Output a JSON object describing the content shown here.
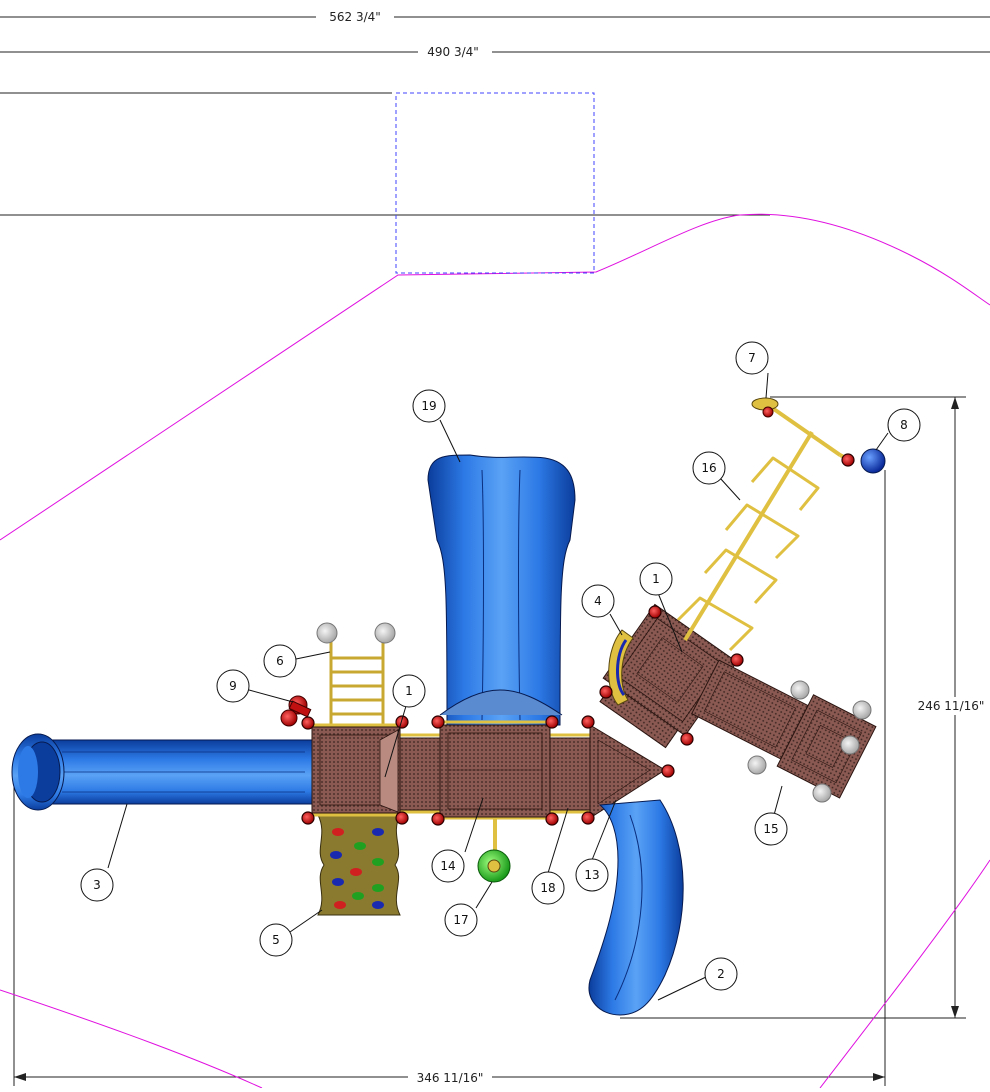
{
  "dimensions": {
    "top_overall": "562 3/4\"",
    "top_second": "490 3/4\"",
    "right_height": "246 11/16\"",
    "bottom_width": "346 11/16\""
  },
  "callouts": [
    "19",
    "7",
    "8",
    "16",
    "1",
    "4",
    "6",
    "9",
    "1",
    "3",
    "14",
    "13",
    "18",
    "15",
    "17",
    "5",
    "2"
  ],
  "colors": {
    "slide_blue": "#1f5fcf",
    "deck_brown": "#8a5a52",
    "frame_yellow": "#e0c040",
    "boundary_magenta": "#e010e0",
    "safety_zone_blue": "#4040ff",
    "bolt_red": "#d01010",
    "spinner_green": "#30c030",
    "climber_olive": "#8a7a30"
  }
}
